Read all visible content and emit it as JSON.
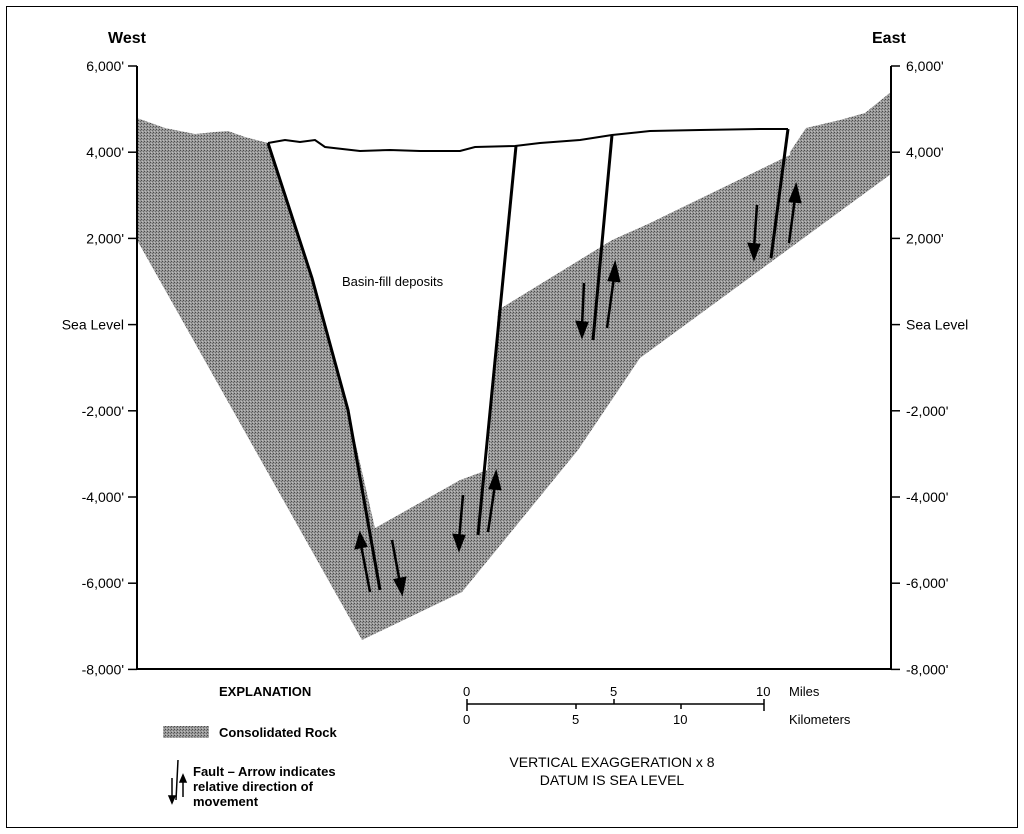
{
  "header": {
    "west_label": "West",
    "east_label": "East"
  },
  "axis": {
    "left_ticks": [
      "6,000'",
      "4,000'",
      "2,000'",
      "Sea Level",
      "-2,000'",
      "-4,000'",
      "-6,000'",
      "-8,000'"
    ],
    "right_ticks": [
      "6,000'",
      "4,000'",
      "2,000'",
      "Sea Level",
      "-2,000'",
      "-4,000'",
      "-6,000'",
      "-8,000'"
    ]
  },
  "labels": {
    "basin_fill": "Basin-fill deposits"
  },
  "explanation": {
    "title": "EXPLANATION",
    "rock_label": "Consolidated Rock",
    "fault_line1": "Fault – Arrow indicates",
    "fault_line2": "relative direction of",
    "fault_line3": "movement"
  },
  "scale": {
    "miles_ticks": [
      "0",
      "5",
      "10"
    ],
    "miles_label": "Miles",
    "km_ticks": [
      "0",
      "5",
      "10"
    ],
    "km_label": "Kilometers"
  },
  "notes": {
    "line1": "VERTICAL EXAGGERATION x 8",
    "line2": "DATUM IS SEA LEVEL"
  },
  "colors": {
    "rock_fill": "#8c8c8c",
    "outline": "#000000",
    "background": "#ffffff"
  }
}
